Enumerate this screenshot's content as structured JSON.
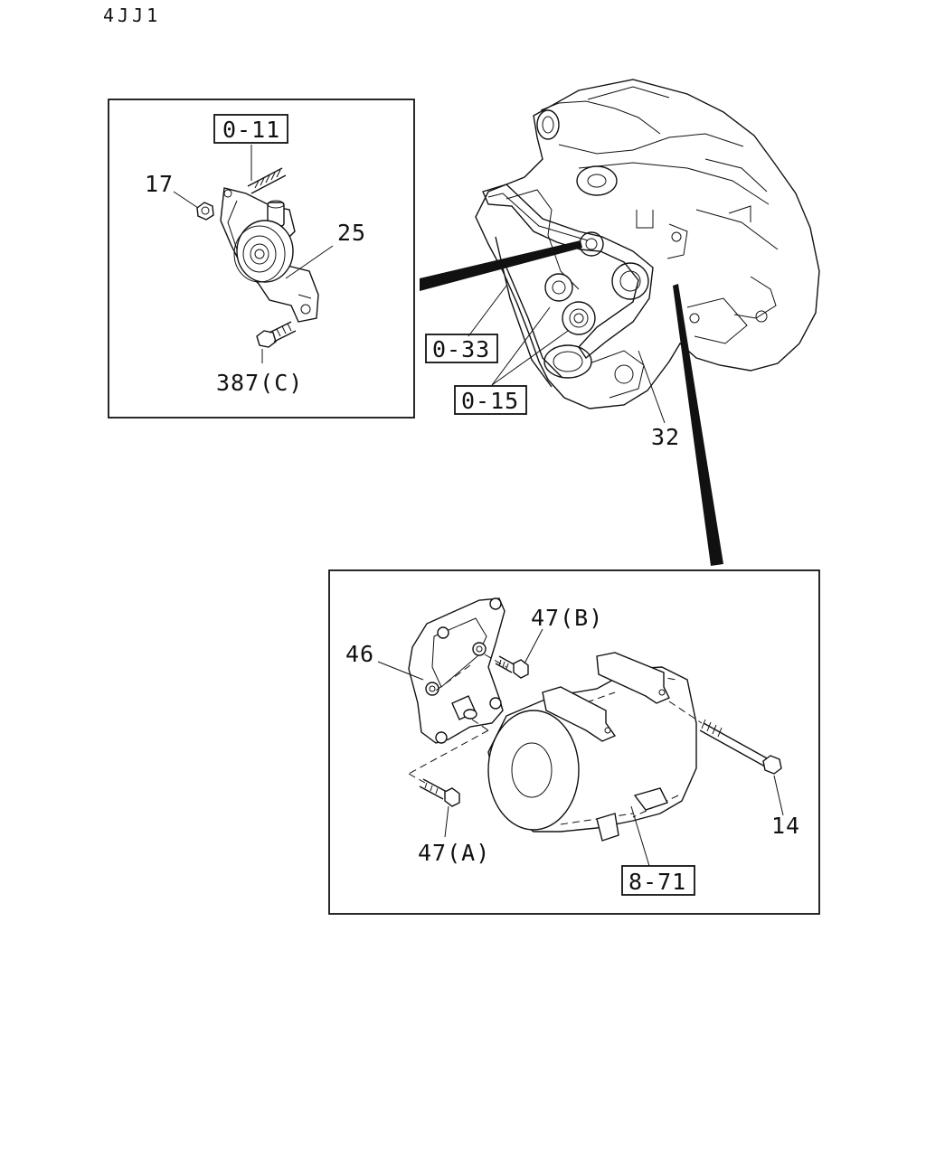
{
  "header": {
    "model": "4JJ1"
  },
  "callouts": {
    "ref_0_11": "0-11",
    "ref_0_33": "0-33",
    "ref_0_15": "0-15",
    "ref_8_71": "8-71",
    "part_17": "17",
    "part_25": "25",
    "part_387c": "387(C)",
    "part_32": "32",
    "part_46": "46",
    "part_47b": "47(B)",
    "part_47a": "47(A)",
    "part_14": "14"
  }
}
